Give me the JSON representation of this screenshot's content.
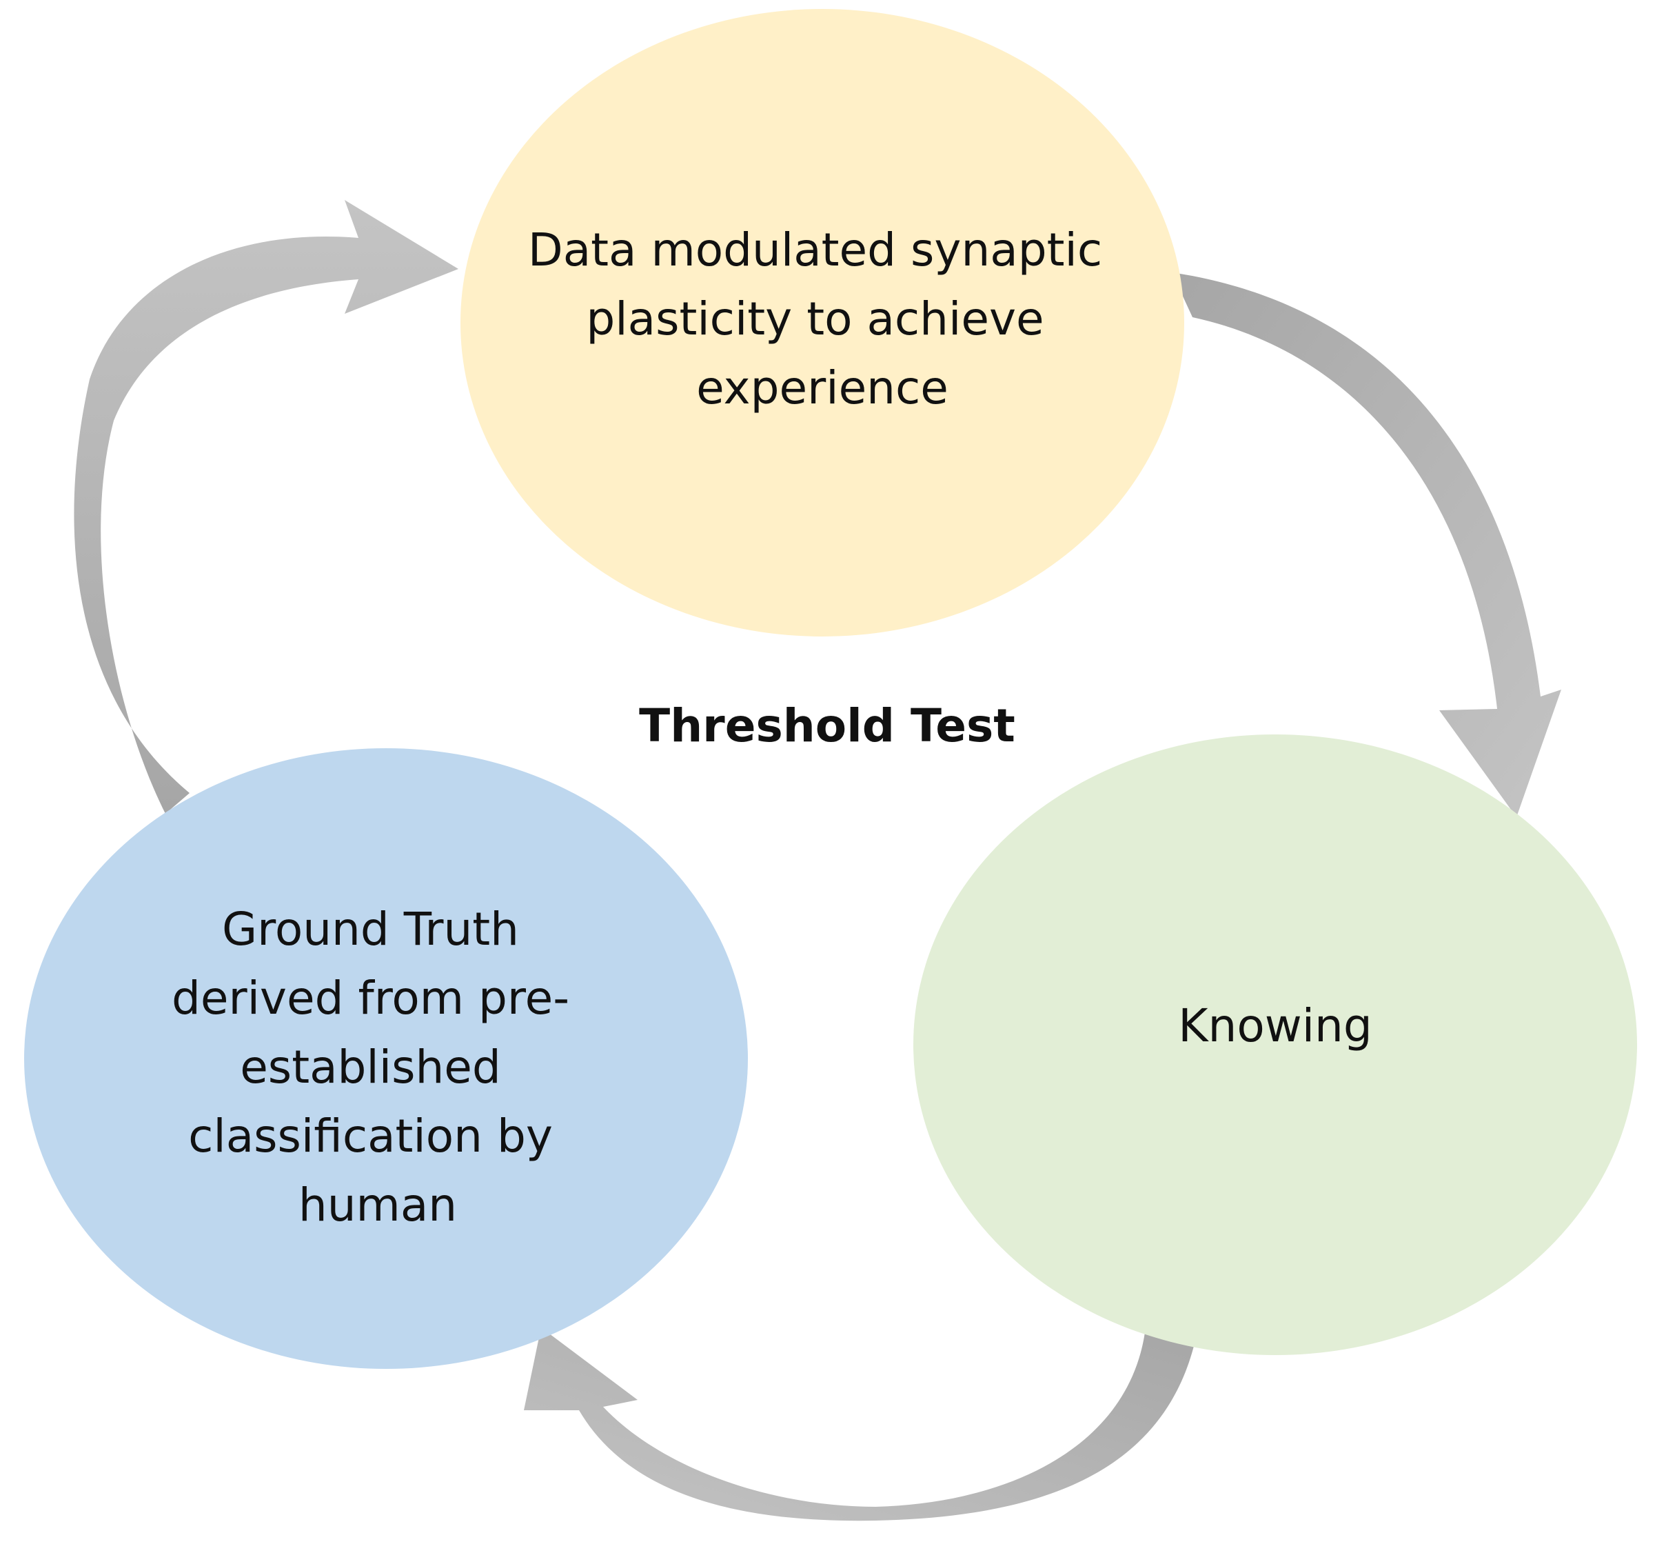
{
  "diagram": {
    "center_label": "Threshold Test",
    "nodes": [
      {
        "id": "top",
        "lines": [
          "Data modulated synaptic",
          "plasticity to achieve",
          "experience"
        ],
        "color": "#FFF0C8"
      },
      {
        "id": "right",
        "lines": [
          "Knowing"
        ],
        "color": "#E2EED6"
      },
      {
        "id": "left",
        "lines": [
          "Ground Truth",
          "derived from pre-",
          "established",
          "classification by",
          "human"
        ],
        "color": "#BED7EE"
      }
    ],
    "arrow_colors": {
      "light": "#C4C4C4",
      "dark": "#A6A6A6"
    }
  }
}
